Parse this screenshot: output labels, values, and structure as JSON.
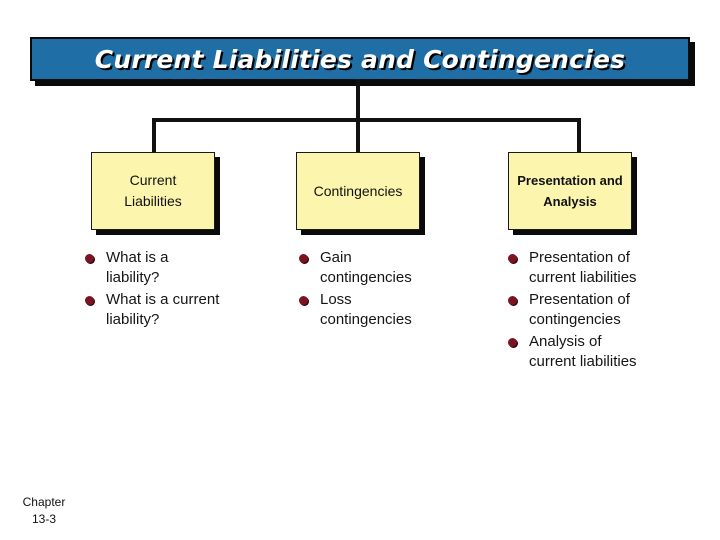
{
  "title": "Current Liabilities and Contingencies",
  "columns": [
    {
      "heading_line1": "Current",
      "heading_line2": "Liabilities",
      "bullets": [
        "What is a liability?",
        "What is a current liability?"
      ]
    },
    {
      "heading_line1": "Contingencies",
      "heading_line2": "",
      "bullets": [
        "Gain contingencies",
        "Loss contingencies"
      ]
    },
    {
      "heading_line1": "Presentation and",
      "heading_line2": "Analysis",
      "bullets": [
        "Presentation of current liabilities",
        "Presentation of contingencies",
        "Analysis of current liabilities"
      ]
    }
  ],
  "footer": {
    "line1": "Chapter",
    "line2": "13-3"
  },
  "colors": {
    "title_bg": "#1f6fa6",
    "box_bg": "#fbf5ae",
    "bullet": "#7a1420"
  }
}
